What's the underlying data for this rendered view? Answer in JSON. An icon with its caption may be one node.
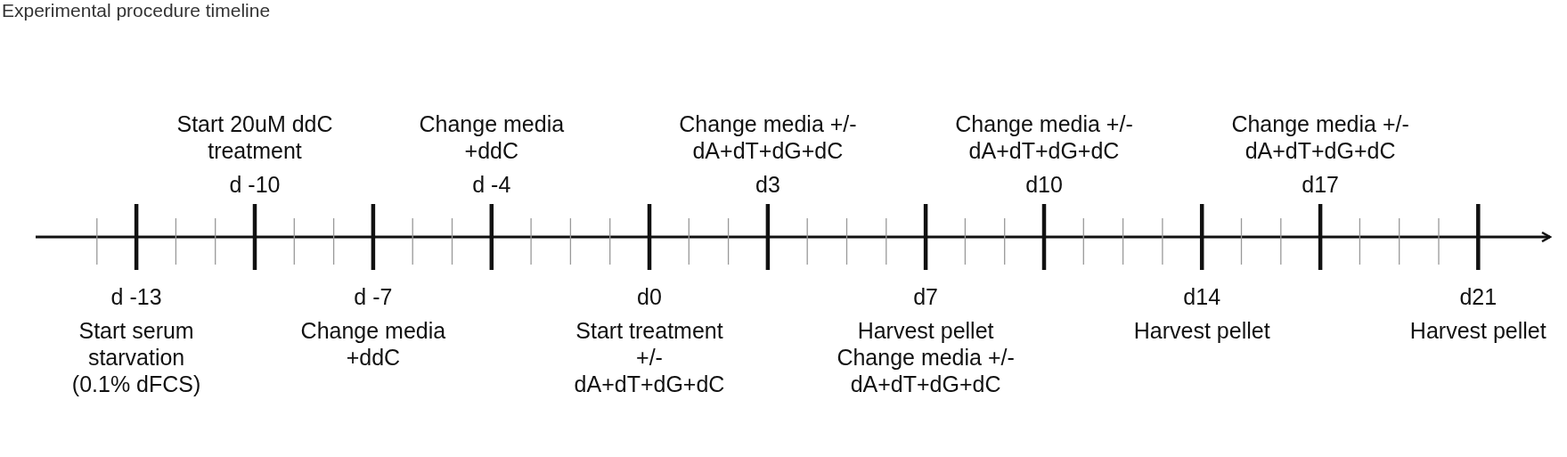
{
  "diagram": {
    "title": "Experimental procedure timeline",
    "nodes": [
      {
        "text": [
          "d -13",
          "Start serum starvation (0.1% dFCS)"
        ]
      },
      {
        "text": [
          "Start 20uM ddC treatment",
          "d -10"
        ]
      },
      {
        "text": [
          "d -7",
          "Change media +ddC"
        ]
      },
      {
        "text": [
          "Change media +ddC",
          "d -4"
        ]
      },
      {
        "text": [
          "d0",
          "Start treatment +/- dA+dT+dG+dC"
        ]
      },
      {
        "text": [
          "Change media +/- dA+dT+dG+dC",
          "d3"
        ]
      },
      {
        "text": [
          "d7",
          "Harvest pellet",
          "Change media +/- dA+dT+dG+dC"
        ]
      },
      {
        "text": [
          "Change media +/- dA+dT+dG+dC",
          "d10"
        ]
      },
      {
        "text": [
          "d14",
          "Harvest pellet"
        ]
      },
      {
        "text": [
          "Change media +/- dA+dT+dG+dC",
          "d17"
        ]
      },
      {
        "text": [
          "d21",
          "Harvest pellet"
        ]
      }
    ],
    "edges": []
  }
}
